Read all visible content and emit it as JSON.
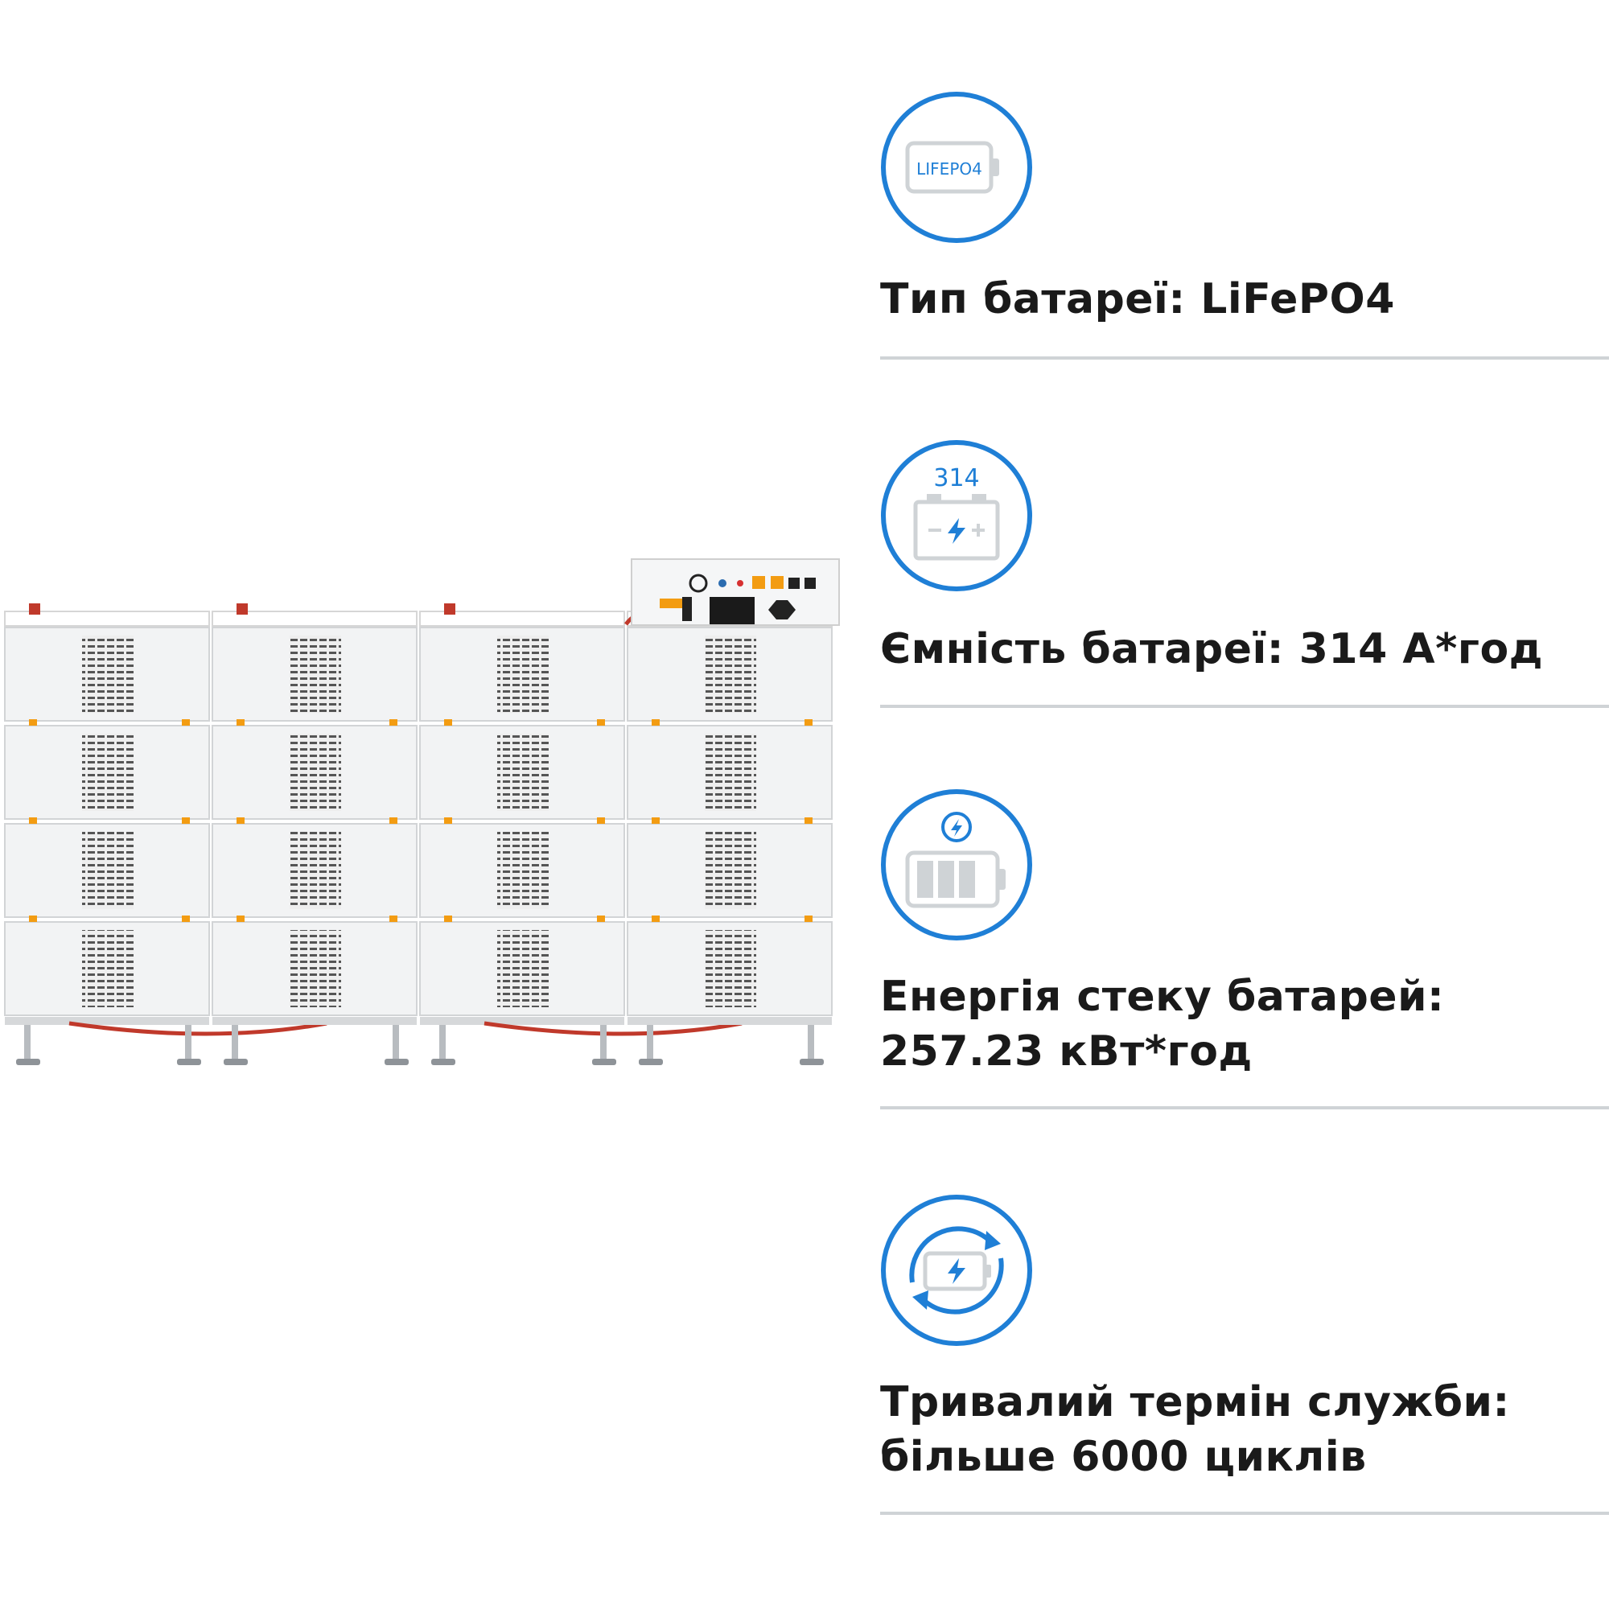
{
  "features": [
    {
      "icon": "lifepo4-battery-icon",
      "icon_label": "LIFEPO4",
      "lines": [
        "Тип батареї: LiFePO4"
      ]
    },
    {
      "icon": "car-battery-capacity-icon",
      "icon_label": "314",
      "lines": [
        "Ємність батареї: 314 А*год"
      ]
    },
    {
      "icon": "battery-charge-level-icon",
      "lines": [
        "Енергія стеку батарей:",
        "257.23 кВт*год"
      ]
    },
    {
      "icon": "battery-cycle-icon",
      "lines": [
        "Тривалий термін служби:",
        "більше 6000 циклів"
      ]
    }
  ],
  "colors": {
    "accent": "#1f7fd6",
    "text": "#1a1a1a",
    "divider": "#cfd3d6",
    "module": "#f2f3f4",
    "cable": "#c0392b",
    "connector": "#f39c12"
  }
}
